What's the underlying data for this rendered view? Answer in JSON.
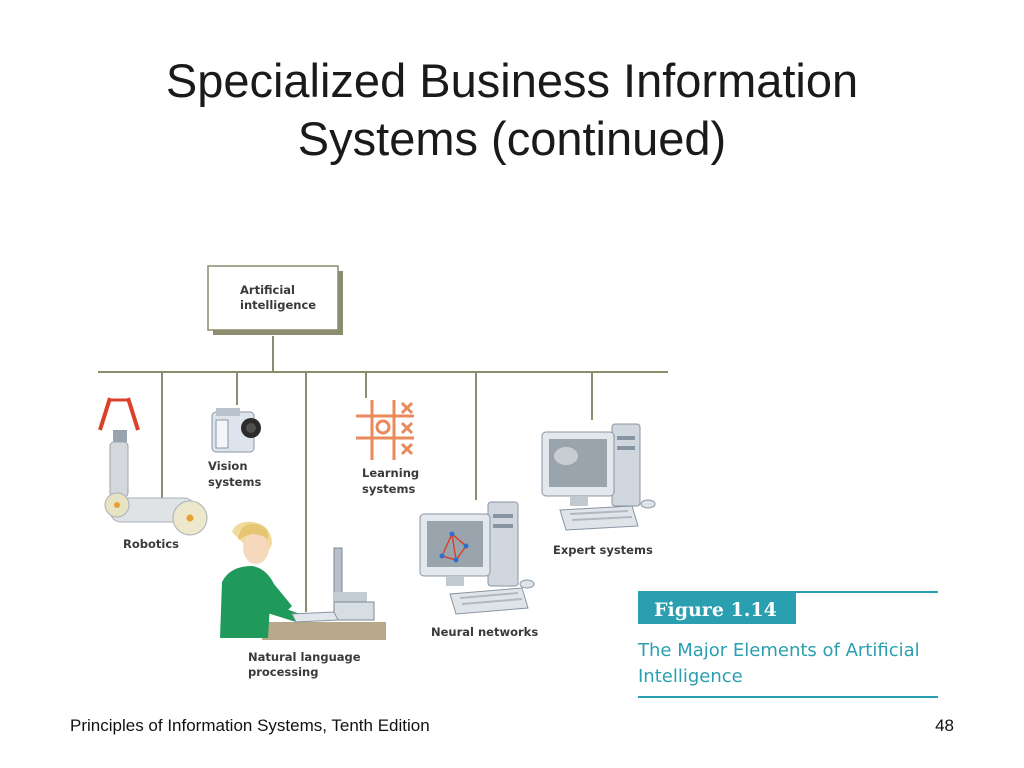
{
  "slide": {
    "title_line1": "Specialized Business Information",
    "title_line2": "Systems (continued)",
    "footer_left": "Principles of Information Systems, Tenth Edition",
    "page_number": "48"
  },
  "diagram": {
    "root": {
      "line1": "Artificial",
      "line2": "intelligence"
    },
    "elements": {
      "robotics": "Robotics",
      "vision_line1": "Vision",
      "vision_line2": "systems",
      "nlp_line1": "Natural language",
      "nlp_line2": "processing",
      "learning_line1": "Learning",
      "learning_line2": "systems",
      "neural": "Neural networks",
      "expert": "Expert systems"
    },
    "icons": [
      "robot-arm-icon",
      "camera-icon",
      "person-at-computer-icon",
      "tic-tac-toe-icon",
      "neural-network-computer-icon",
      "expert-system-computer-icon"
    ]
  },
  "figure": {
    "label": "Figure 1.14",
    "caption_line1": "The Major Elements of Artificial",
    "caption_line2": "Intelligence"
  },
  "colors": {
    "accent_teal": "#2a9fb0",
    "line_olive": "#8c8c6e",
    "robot_red": "#d9412b",
    "learning_orange": "#ea8a5a"
  }
}
